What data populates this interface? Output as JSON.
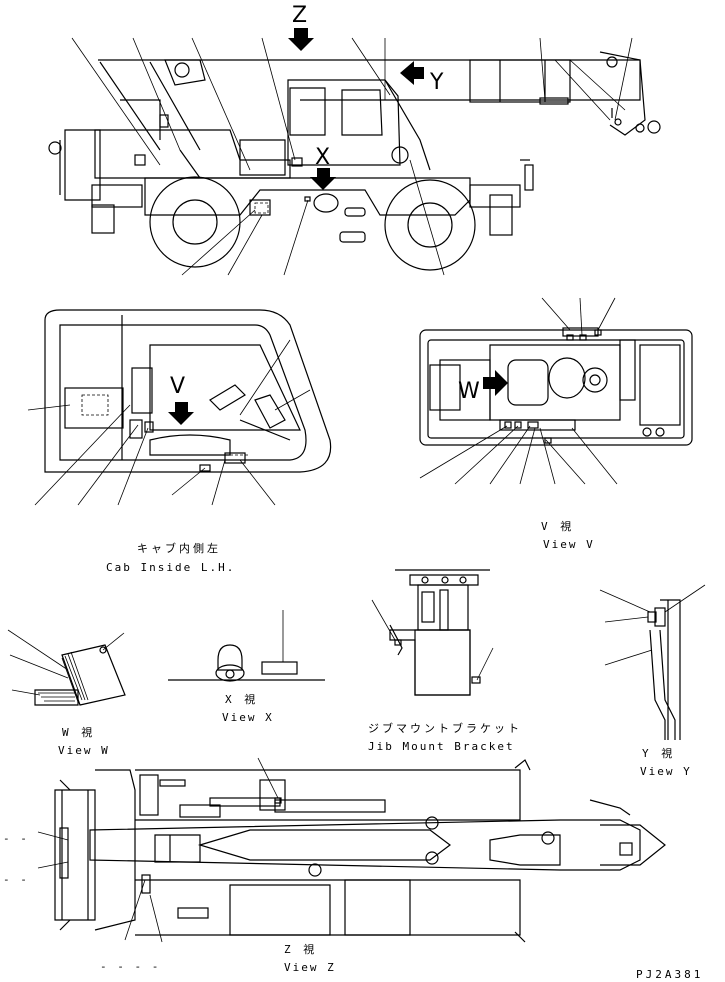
{
  "views": {
    "main": {
      "z_letter": "Z",
      "x_letter": "X",
      "y_letter": "Y"
    },
    "cab": {
      "jp": "キャブ内側左",
      "en": "Cab Inside L.H.",
      "v_letter": "V"
    },
    "view_v": {
      "jp": "V 視",
      "en": "View V",
      "w_letter": "W"
    },
    "view_x": {
      "jp": "X 視",
      "en": "View X"
    },
    "view_w": {
      "jp": "W 視",
      "en": "View W"
    },
    "jib": {
      "jp": "ジブマウントブラケット",
      "en": "Jib Mount Bracket"
    },
    "view_y": {
      "jp": "Y 視",
      "en": "View Y"
    },
    "view_z": {
      "jp": "Z 視",
      "en": "View Z"
    }
  },
  "drawing_code": "PJ2A381"
}
